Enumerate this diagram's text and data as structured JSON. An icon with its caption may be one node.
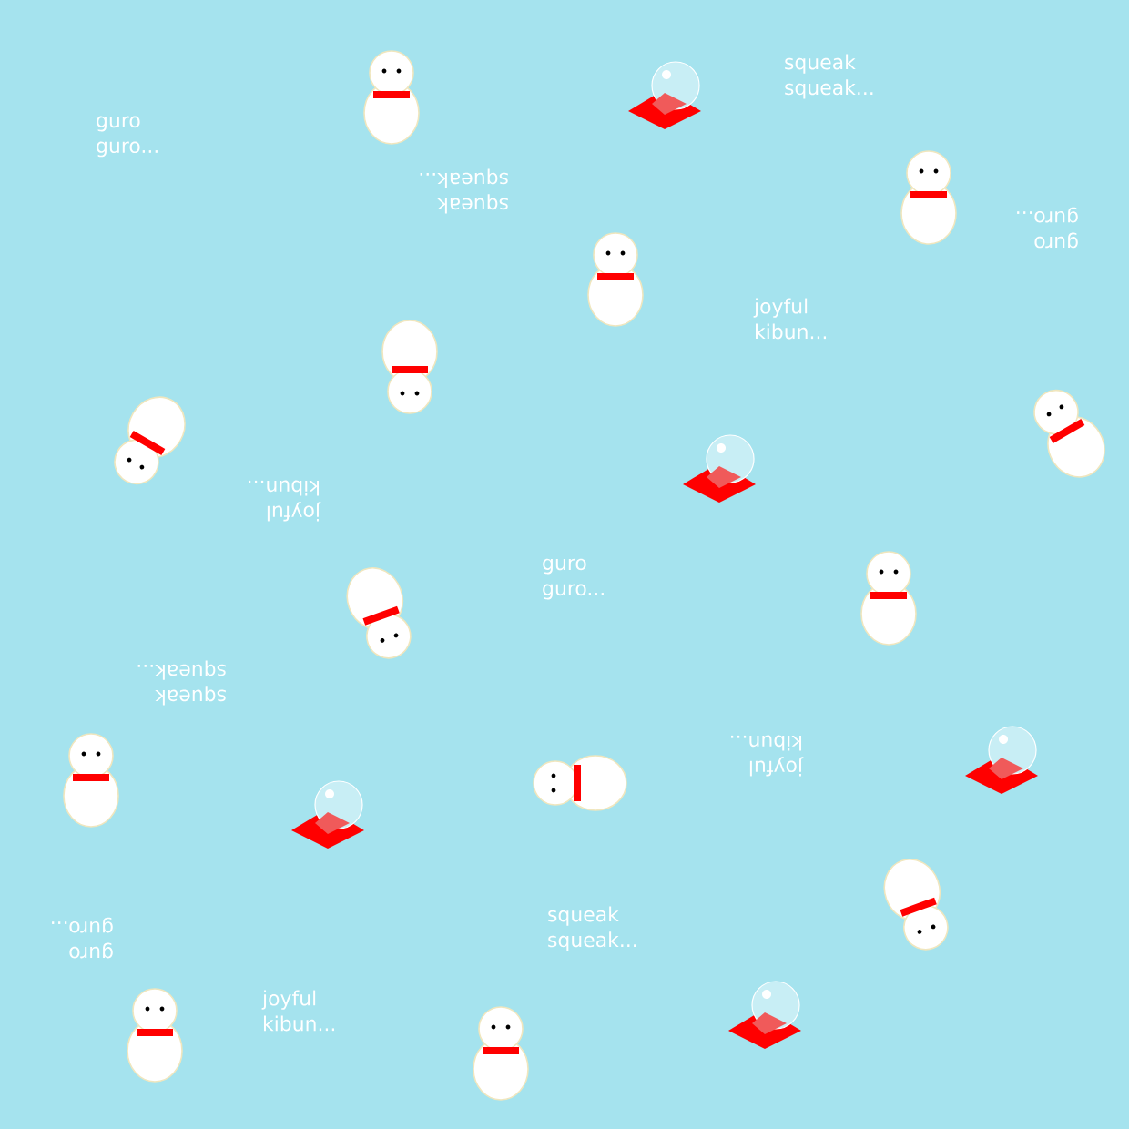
{
  "diagram": {
    "labels": [
      "squeak squeak...",
      "guro guro...",
      "squeak squeak...",
      "guro guro...",
      "joyful kibun...",
      "joyful kibun...",
      "guro guro...",
      "squeak squeak...",
      "joyful kibun...",
      "squeak squeak...",
      "guro guro...",
      "joyful kibun..."
    ]
  }
}
